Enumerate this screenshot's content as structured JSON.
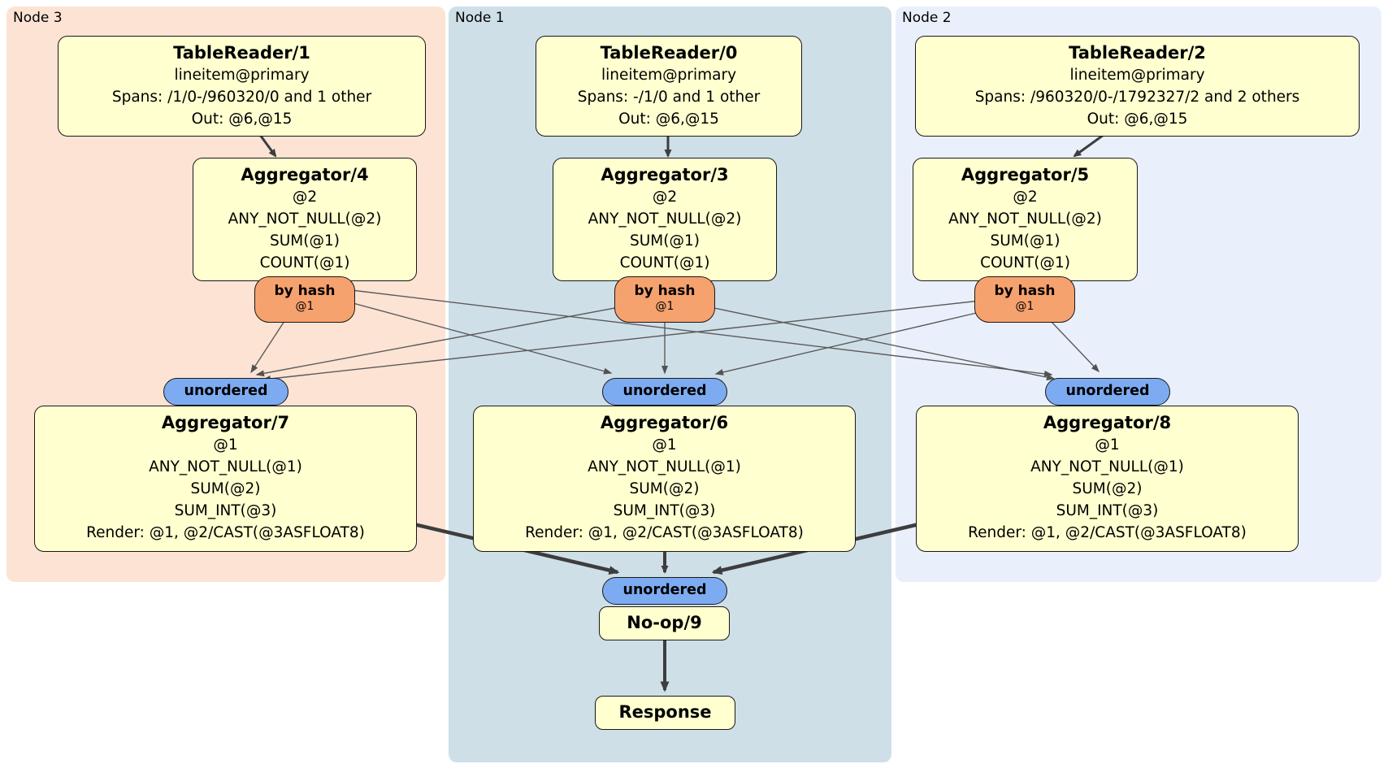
{
  "regions": [
    {
      "id": "node3",
      "label": "Node 3",
      "bg": "#fce3d4"
    },
    {
      "id": "node1",
      "label": "Node 1",
      "bg": "#cfdfe8"
    },
    {
      "id": "node2",
      "label": "Node 2",
      "bg": "#eaf0fb"
    }
  ],
  "processors": {
    "tr1": {
      "title": "TableReader/1",
      "lines": [
        "lineitem@primary",
        "Spans: /1/0-/960320/0 and 1 other",
        "Out: @6,@15"
      ]
    },
    "tr0": {
      "title": "TableReader/0",
      "lines": [
        "lineitem@primary",
        "Spans: -/1/0 and 1 other",
        "Out: @6,@15"
      ]
    },
    "tr2": {
      "title": "TableReader/2",
      "lines": [
        "lineitem@primary",
        "Spans: /960320/0-/1792327/2 and 2 others",
        "Out: @6,@15"
      ]
    },
    "agg4": {
      "title": "Aggregator/4",
      "lines": [
        "@2",
        "ANY_NOT_NULL(@2)",
        "SUM(@1)",
        "COUNT(@1)"
      ]
    },
    "agg3": {
      "title": "Aggregator/3",
      "lines": [
        "@2",
        "ANY_NOT_NULL(@2)",
        "SUM(@1)",
        "COUNT(@1)"
      ]
    },
    "agg5": {
      "title": "Aggregator/5",
      "lines": [
        "@2",
        "ANY_NOT_NULL(@2)",
        "SUM(@1)",
        "COUNT(@1)"
      ]
    },
    "agg7": {
      "title": "Aggregator/7",
      "lines": [
        "@1",
        "ANY_NOT_NULL(@1)",
        "SUM(@2)",
        "SUM_INT(@3)",
        "Render: @1, @2/CAST(@3ASFLOAT8)"
      ]
    },
    "agg6": {
      "title": "Aggregator/6",
      "lines": [
        "@1",
        "ANY_NOT_NULL(@1)",
        "SUM(@2)",
        "SUM_INT(@3)",
        "Render: @1, @2/CAST(@3ASFLOAT8)"
      ]
    },
    "agg8": {
      "title": "Aggregator/8",
      "lines": [
        "@1",
        "ANY_NOT_NULL(@1)",
        "SUM(@2)",
        "SUM_INT(@3)",
        "Render: @1, @2/CAST(@3ASFLOAT8)"
      ]
    },
    "noop": {
      "title": "No-op/9"
    },
    "response": {
      "title": "Response"
    }
  },
  "router": {
    "label": "by hash",
    "detail": "@1"
  },
  "sync": {
    "label": "unordered"
  },
  "colors": {
    "node3_bg": "#fce3d4",
    "node1_bg": "#cfdfe8",
    "node2_bg": "#eaf0fb",
    "processor_box_bg": "#ffffd0",
    "router_bg": "#f6a26e",
    "sync_bg": "#7dabf1",
    "thin_edge": "#5a5a5a",
    "thick_edge": "#3d3d3d",
    "border": "#181818"
  }
}
